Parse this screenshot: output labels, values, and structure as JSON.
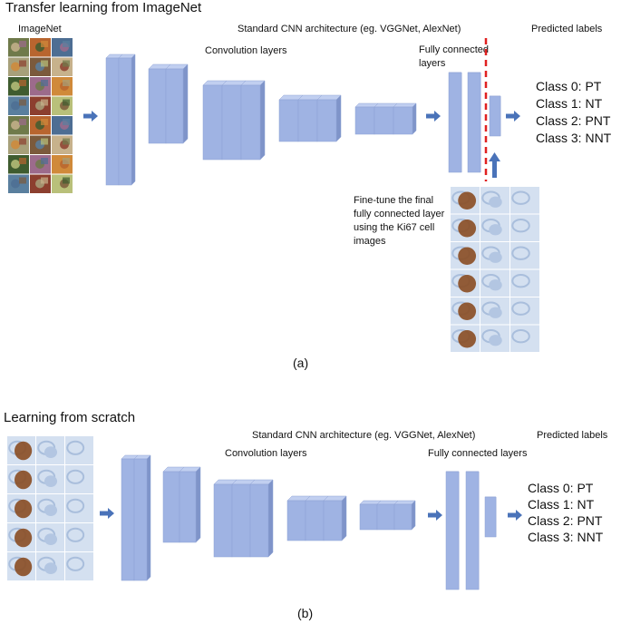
{
  "panel_a": {
    "title": "Transfer learning from ImageNet",
    "input_label": "ImageNet",
    "arch_label": "Standard CNN architecture (eg. VGGNet, AlexNet)",
    "conv_label": "Convolution layers",
    "fc_label_line1": "Fully connected",
    "fc_label_line2": "layers",
    "output_label": "Predicted labels",
    "classes": [
      "Class 0: PT",
      "Class 1: NT",
      "Class 2: PNT",
      "Class 3: NNT"
    ],
    "finetune_text": "Fine-tune the final fully connected layer using the Ki67 cell images",
    "caption": "(a)"
  },
  "panel_b": {
    "title": "Learning from scratch",
    "arch_label": "Standard CNN architecture (eg. VGGNet, AlexNet)",
    "conv_label": "Convolution layers",
    "fc_label": "Fully connected layers",
    "output_label": "Predicted labels",
    "classes": [
      "Class 0: PT",
      "Class 1: NT",
      "Class 2: PNT",
      "Class 3: NNT"
    ],
    "caption": "(b)"
  },
  "colors": {
    "layer_front": "#9fb3e3",
    "layer_side": "#7f94c9",
    "layer_top": "#c1cff0",
    "arrow": "#4a73b9",
    "dashed_line": "#e02020",
    "cell_background": "#d4e0f0",
    "cell_stain": "#8a4d22"
  }
}
